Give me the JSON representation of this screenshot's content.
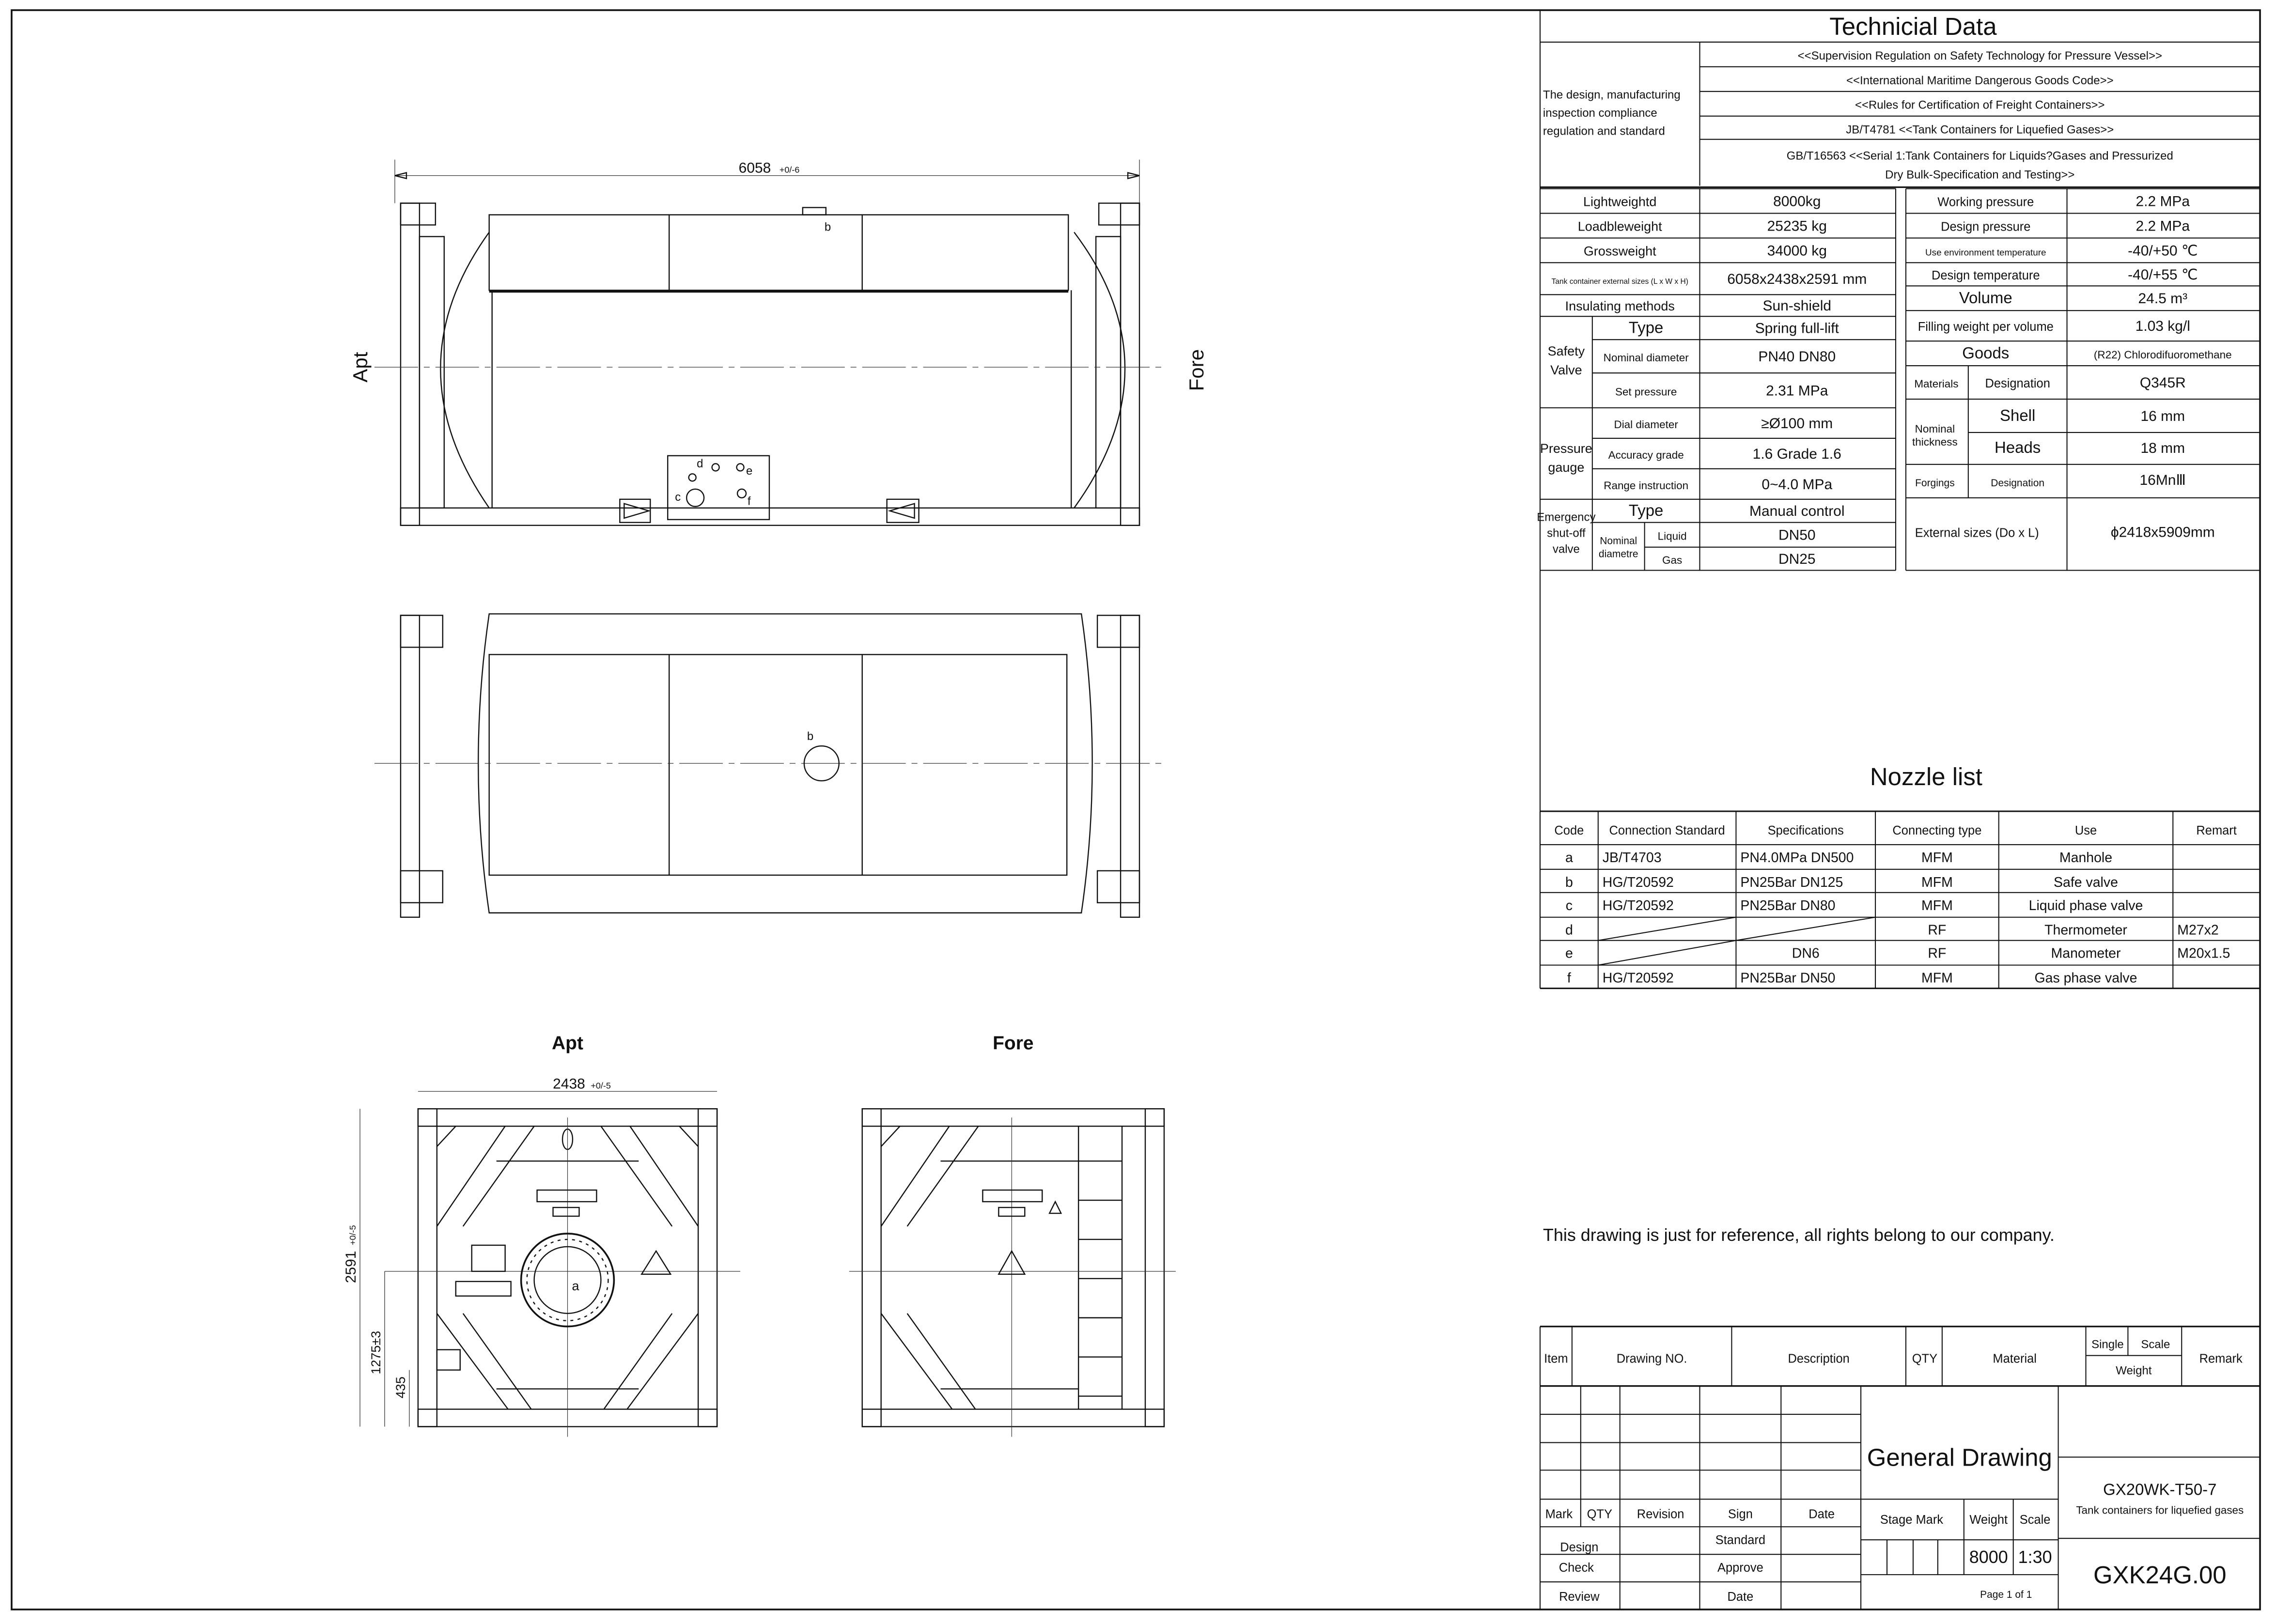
{
  "technical_data": {
    "title": "Technicial Data",
    "standards_label": [
      "The design, manufacturing",
      "inspection compliance",
      "regulation and standard"
    ],
    "standards": [
      "<<Supervision Regulation on Safety Technology for Pressure Vessel>>",
      "<<International Maritime Dangerous Goods Code>>",
      "<<Rules for Certification of Freight Containers>>",
      "JB/T4781 <<Tank Containers for Liquefied Gases>>",
      "GB/T16563 <<Serial 1:Tank Containers for Liquids?Gases and Pressurized",
      "Dry Bulk-Specification and Testing>>"
    ],
    "left": {
      "lightweight": {
        "label": "Lightweightd",
        "value": "8000kg"
      },
      "loadweight": {
        "label": "Loadbleweight",
        "value": "25235 kg"
      },
      "grossweight": {
        "label": "Grossweight",
        "value": "34000 kg"
      },
      "external_sizes": {
        "label": "Tank container external sizes (L x W x H)",
        "value": "6058x2438x2591 mm"
      },
      "insulating": {
        "label": "Insulating methods",
        "value": "Sun-shield"
      },
      "safety_valve": {
        "group": [
          "Safety",
          "Valve"
        ],
        "type": {
          "label": "Type",
          "value": "Spring full-lift"
        },
        "nominal_diameter": {
          "label": "Nominal diameter",
          "value": "PN40 DN80"
        },
        "set_pressure": {
          "label": "Set pressure",
          "value": "2.31 MPa"
        }
      },
      "pressure_gauge": {
        "group": [
          "Pressure",
          "gauge"
        ],
        "dial_diameter": {
          "label": "Dial diameter",
          "value": "≥Ø100 mm"
        },
        "accuracy_grade": {
          "label": "Accuracy grade",
          "value": "1.6   Grade 1.6"
        },
        "range": {
          "label": "Range instruction",
          "value": "0~4.0 MPa"
        }
      },
      "emergency_valve": {
        "group": [
          "Emergency",
          "shut-off",
          "valve"
        ],
        "type": {
          "label": "Type",
          "value": "Manual control"
        },
        "nominal_label": [
          "Nominal",
          "diametre"
        ],
        "liquid": {
          "label": "Liquid",
          "value": "DN50"
        },
        "gas": {
          "label": "Gas",
          "value": "DN25"
        }
      }
    },
    "right": {
      "working_pressure": {
        "label": "Working pressure",
        "value": "2.2 MPa"
      },
      "design_pressure": {
        "label": "Design pressure",
        "value": "2.2 MPa"
      },
      "env_temperature": {
        "label": "Use environment temperature",
        "value": "-40/+50 ℃"
      },
      "design_temperature": {
        "label": "Design temperature",
        "value": "-40/+55 ℃"
      },
      "volume": {
        "label": "Volume",
        "value": "24.5 m³"
      },
      "filling_weight": {
        "label": "Filling weight per volume",
        "value": "1.03 kg/l"
      },
      "goods": {
        "label": "Goods",
        "value": "(R22) Chlorodifuoromethane"
      },
      "materials": {
        "label": "Materials",
        "sub": "Designation",
        "value": "Q345R"
      },
      "nominal_thickness": {
        "label": [
          "Nominal",
          "thickness"
        ],
        "shell": {
          "label": "Shell",
          "value": "16 mm"
        },
        "heads": {
          "label": "Heads",
          "value": "18 mm"
        }
      },
      "forgings": {
        "label": "Forgings",
        "sub": "Designation",
        "value": "16MnⅢ"
      },
      "external_sizes": {
        "label": "External sizes (Do x L)",
        "value": "ϕ2418x5909mm"
      }
    }
  },
  "nozzle_list": {
    "title": "Nozzle list",
    "headers": [
      "Code",
      "Connection Standard",
      "Specifications",
      "Connecting  type",
      "Use",
      "Remart"
    ],
    "rows": [
      [
        "a",
        "JB/T4703",
        "PN4.0MPa DN500",
        "MFM",
        "Manhole",
        ""
      ],
      [
        "b",
        "HG/T20592",
        "PN25Bar DN125",
        "MFM",
        "Safe valve",
        ""
      ],
      [
        "c",
        "HG/T20592",
        "PN25Bar DN80",
        "MFM",
        "Liquid phase valve",
        ""
      ],
      [
        "d",
        "",
        "",
        "RF",
        "Thermometer",
        "M27x2"
      ],
      [
        "e",
        "",
        "DN6",
        "RF",
        "Manometer",
        "M20x1.5"
      ],
      [
        "f",
        "HG/T20592",
        "PN25Bar DN50",
        "MFM",
        "Gas phase valve",
        ""
      ]
    ]
  },
  "disclaimer": "This drawing is just for reference, all rights belong to our company.",
  "title_block": {
    "headers": {
      "item": "Item",
      "drawing_no": "Drawing NO.",
      "description": "Description",
      "qty": "QTY",
      "material": "Material",
      "single": "Single",
      "scale": "Scale",
      "weight": "Weight",
      "remark": "Remark"
    },
    "revision_headers": {
      "mark": "Mark",
      "qty": "QTY",
      "revision": "Revision",
      "sign": "Sign",
      "date": "Date"
    },
    "signoff": {
      "design": "Design",
      "check": "Check",
      "review": "Review",
      "standard": "Standard",
      "approve": "Approve",
      "date": "Date"
    },
    "drawing_title": "General Drawing",
    "stage_mark": "Stage Mark",
    "weight_label": "Weight",
    "scale_label": "Scale",
    "weight_value": "8000",
    "scale_value": "1:30",
    "page": "Page 1 of 1",
    "model": "GX20WK-T50-7",
    "model_desc": "Tank containers for liquefied gases",
    "drawing_number": "GXK24G.00"
  },
  "drawings": {
    "side_view": {
      "length_dim": "6058",
      "length_tol": "+0/-6",
      "label_apt": "Apt",
      "label_fore": "Fore",
      "nozzle_b": "b",
      "nozzle_c": "c",
      "nozzle_d": "d",
      "nozzle_e": "e",
      "nozzle_f": "f"
    },
    "top_view": {
      "nozzle_b": "b"
    },
    "apt_view": {
      "title": "Apt",
      "width_dim": "2438",
      "width_tol": "+0/-5",
      "height_dim": "2591",
      "height_tol": "+0/-5",
      "center_dim": "1275±3",
      "bottom_dim": "435",
      "manhole": "a"
    },
    "fore_view": {
      "title": "Fore"
    }
  }
}
